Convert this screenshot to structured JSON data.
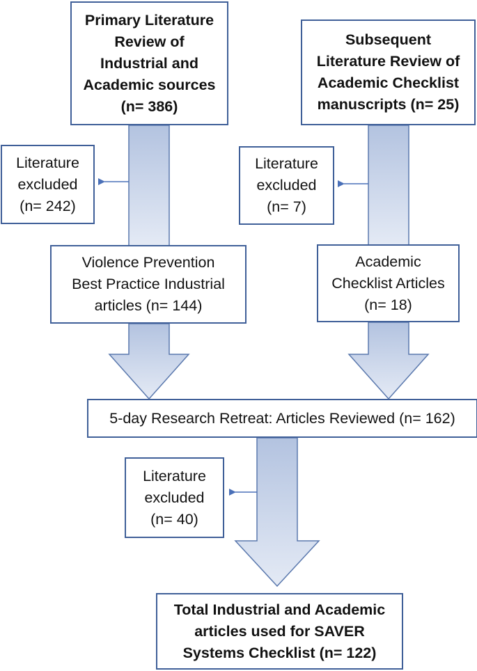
{
  "colors": {
    "box_border": "#3f5f98",
    "arrow_fill_top": "#b3c3e0",
    "arrow_fill_bottom": "#e4eaf5",
    "arrow_stroke": "#5a78ad",
    "connector": "#4a70b8"
  },
  "boxes": {
    "primary_review": {
      "lines": [
        "Primary Literature",
        "Review of",
        "Industrial and",
        "Academic sources",
        "(n= 386)"
      ]
    },
    "subsequent_review": {
      "lines": [
        "Subsequent",
        "Literature Review of",
        "Academic Checklist",
        "manuscripts (n= 25)"
      ]
    },
    "excluded_left": {
      "lines": [
        "Literature",
        "excluded",
        "(n= 242)"
      ]
    },
    "excluded_right": {
      "lines": [
        "Literature",
        "excluded",
        "(n= 7)"
      ]
    },
    "industrial_articles": {
      "lines": [
        "Violence Prevention",
        "Best Practice Industrial",
        "articles (n= 144)"
      ]
    },
    "academic_articles": {
      "lines": [
        "Academic",
        "Checklist Articles",
        "(n= 18)"
      ]
    },
    "research_retreat": {
      "lines": [
        "5-day Research Retreat: Articles Reviewed (n= 162)"
      ]
    },
    "excluded_bottom": {
      "lines": [
        "Literature",
        "excluded",
        "(n= 40)"
      ]
    },
    "final_total": {
      "lines": [
        "Total Industrial and Academic",
        "articles used for SAVER",
        "Systems Checklist (n= 122)"
      ]
    }
  }
}
